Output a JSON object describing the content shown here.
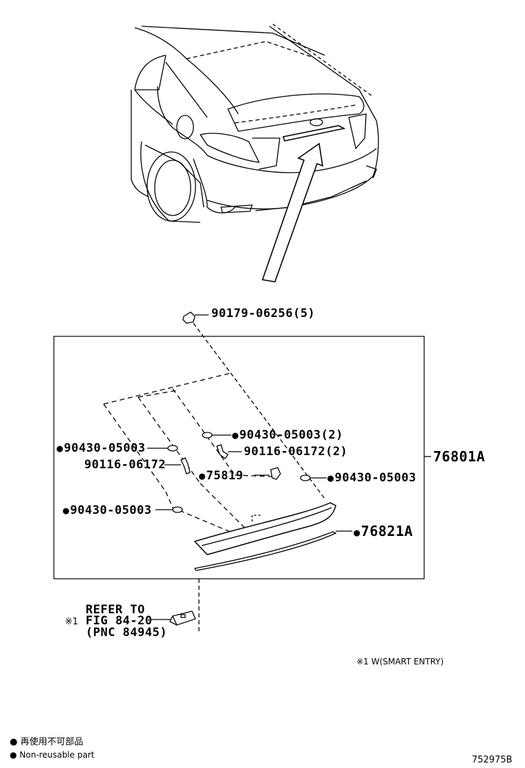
{
  "parts": {
    "p_90179": "90179-06256(5)",
    "p_90430_2": "90430-05003(2)",
    "p_90116_2": "90116-06172(2)",
    "p_90430_left": "90430-05003",
    "p_90116_left": "90116-06172",
    "p_75819": "75819",
    "p_90430_right": "90430-05003",
    "p_90430_lower": "90430-05003",
    "p_76821A": "76821A",
    "p_76801A": "76801A"
  },
  "refer": {
    "line1": "REFER TO",
    "line2": "FIG 84-20",
    "line3": "(PNC 84945)",
    "mark": "※1"
  },
  "notes": {
    "smart_entry": "※1 W(SMART ENTRY)",
    "legend_jp": "再使用不可部品",
    "legend_en": "Non-reusable part",
    "figure_id": "752975B"
  }
}
